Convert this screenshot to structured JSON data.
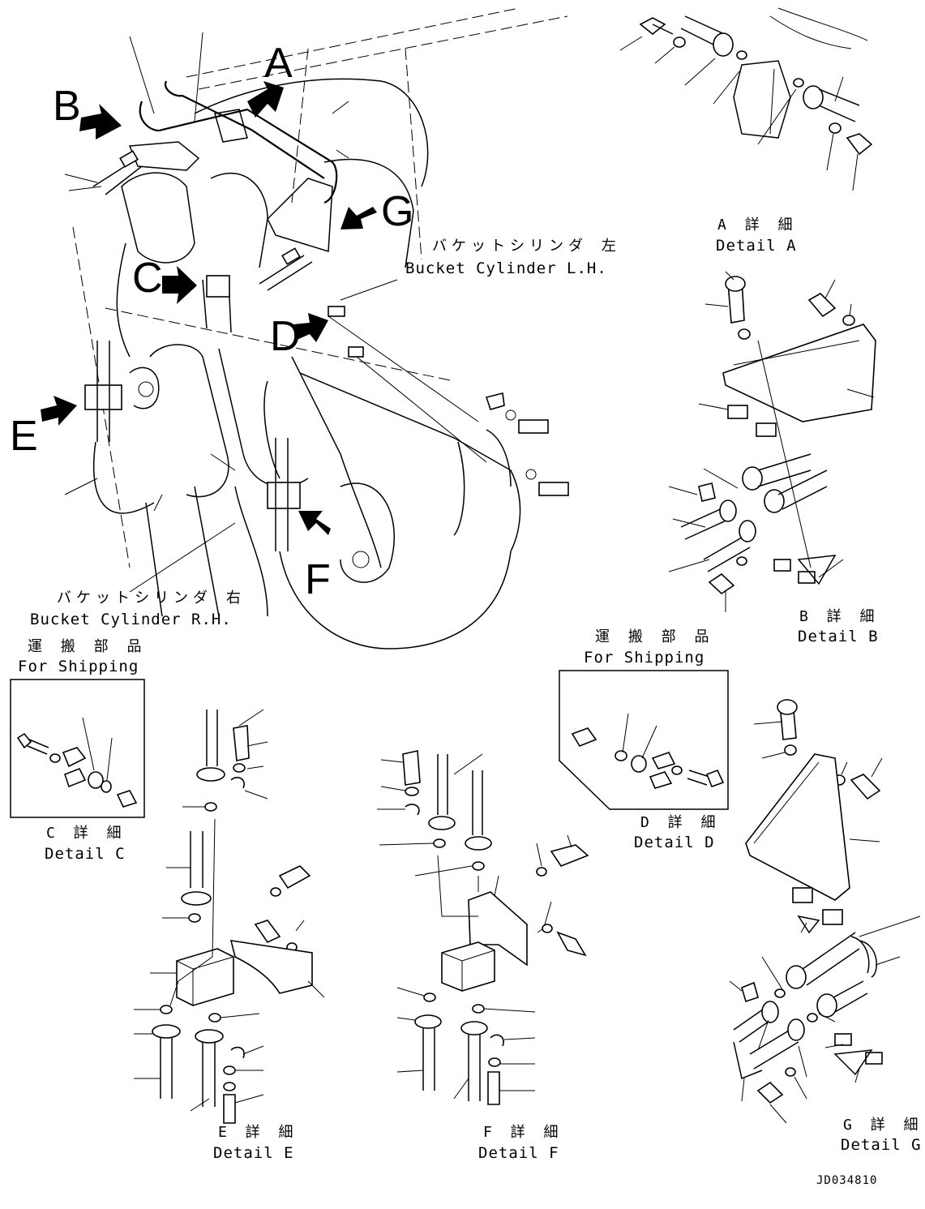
{
  "callouts": {
    "A": "A",
    "B": "B",
    "C": "C",
    "D": "D",
    "E": "E",
    "F": "F",
    "G": "G"
  },
  "labels": {
    "bucket_cyl_lh_jp": "バケットシリンダ 左",
    "bucket_cyl_lh_en": "Bucket Cylinder L.H.",
    "bucket_cyl_rh_jp": "バケットシリンダ 右",
    "bucket_cyl_rh_en": "Bucket Cylinder R.H."
  },
  "details": {
    "a_jp": "A 詳 細",
    "a_en": "Detail A",
    "b_jp": "B 詳 細",
    "b_en": "Detail B",
    "c_jp": "C 詳 細",
    "c_en": "Detail C",
    "d_jp": "D 詳 細",
    "d_en": "Detail D",
    "e_jp": "E 詳 細",
    "e_en": "Detail E",
    "f_jp": "F 詳 細",
    "f_en": "Detail F",
    "g_jp": "G 詳 細",
    "g_en": "Detail G"
  },
  "shipping": {
    "left_jp": "運 搬 部 品",
    "left_en": "For Shipping",
    "right_jp": "運 搬 部 品",
    "right_en": "For Shipping"
  },
  "drawing_code": "JD034810"
}
